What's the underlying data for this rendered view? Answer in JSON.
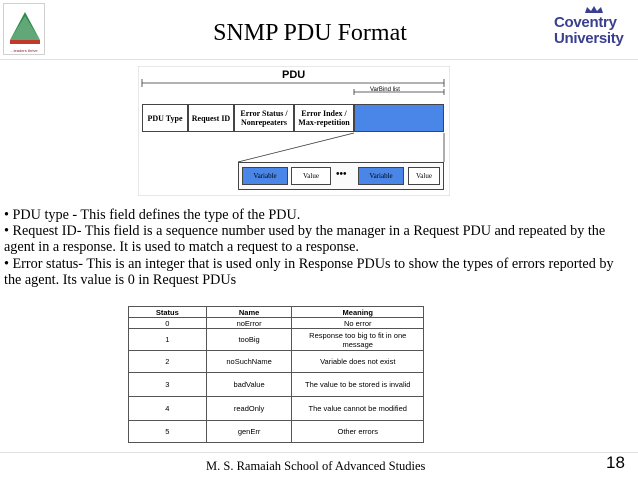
{
  "slide": {
    "title": "SNMP PDU Format",
    "page_number": "18",
    "footer": "M. S. Ramaiah School of Advanced Studies",
    "left_logo_tagline": "...leaders thrive",
    "right_logo_line1": "Coventry",
    "right_logo_line2": "University"
  },
  "colors": {
    "accent_blue": "#4a86e8",
    "logo_blue": "#3a3f8f",
    "logo_green": "#2e8a4a"
  },
  "diagram": {
    "pdu_label": "PDU",
    "varbind_list_label": "VarBind list",
    "fields": [
      "PDU Type",
      "Request ID",
      "Error Status / Nonrepeaters",
      "Error Index / Max-repetition"
    ],
    "varbind_items": [
      "Variable",
      "Value",
      "•••",
      "Variable",
      "Value"
    ]
  },
  "bullets": [
    "• PDU type - This field defines the type of the PDU.",
    "• Request ID- This field is a sequence number used by the manager in a Request PDU and repeated by the agent in a response. It is used to match a request to a response.",
    "• Error status- This is an integer that is used only in Response PDUs to show the types of errors reported by the agent. Its value is 0 in Request PDUs"
  ],
  "table": {
    "headers": [
      "Status",
      "Name",
      "Meaning"
    ],
    "rows": [
      [
        "0",
        "noError",
        "No error"
      ],
      [
        "1",
        "tooBig",
        "Response too big to fit in one message"
      ],
      [
        "2",
        "noSuchName",
        "Variable does not exist"
      ],
      [
        "3",
        "badValue",
        "The value to be stored is invalid"
      ],
      [
        "4",
        "readOnly",
        "The value cannot be modified"
      ],
      [
        "5",
        "genErr",
        "Other errors"
      ]
    ]
  }
}
